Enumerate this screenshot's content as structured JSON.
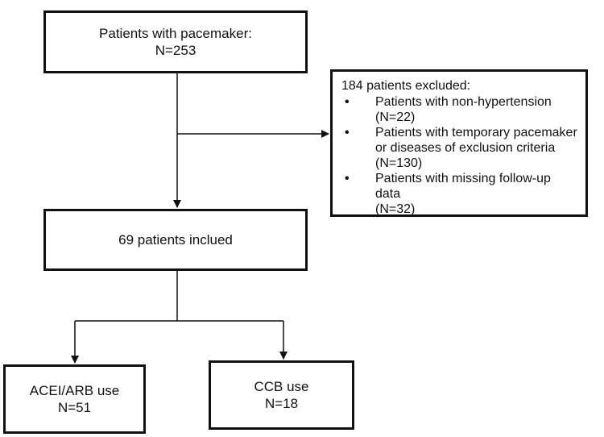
{
  "total": {
    "line1": "Patients with pacemaker:",
    "line2": "N=253"
  },
  "excluded": {
    "title": "184  patients excluded:",
    "bullet": "•",
    "items": [
      {
        "lines": [
          "Patients with non-hypertension",
          "(N=22)"
        ]
      },
      {
        "lines": [
          "Patients with temporary pacemaker",
          "or diseases of exclusion criteria",
          "(N=130)"
        ]
      },
      {
        "lines": [
          "Patients with missing follow-up data",
          "(N=32)"
        ]
      }
    ]
  },
  "included": {
    "line1": "69 patients inclued"
  },
  "acei": {
    "line1": "ACEI/ARB use",
    "line2": "N=51"
  },
  "ccb": {
    "line1": "CCB use",
    "line2": "N=18"
  },
  "colors": {
    "line": "#111111",
    "background": "#ffffff"
  }
}
